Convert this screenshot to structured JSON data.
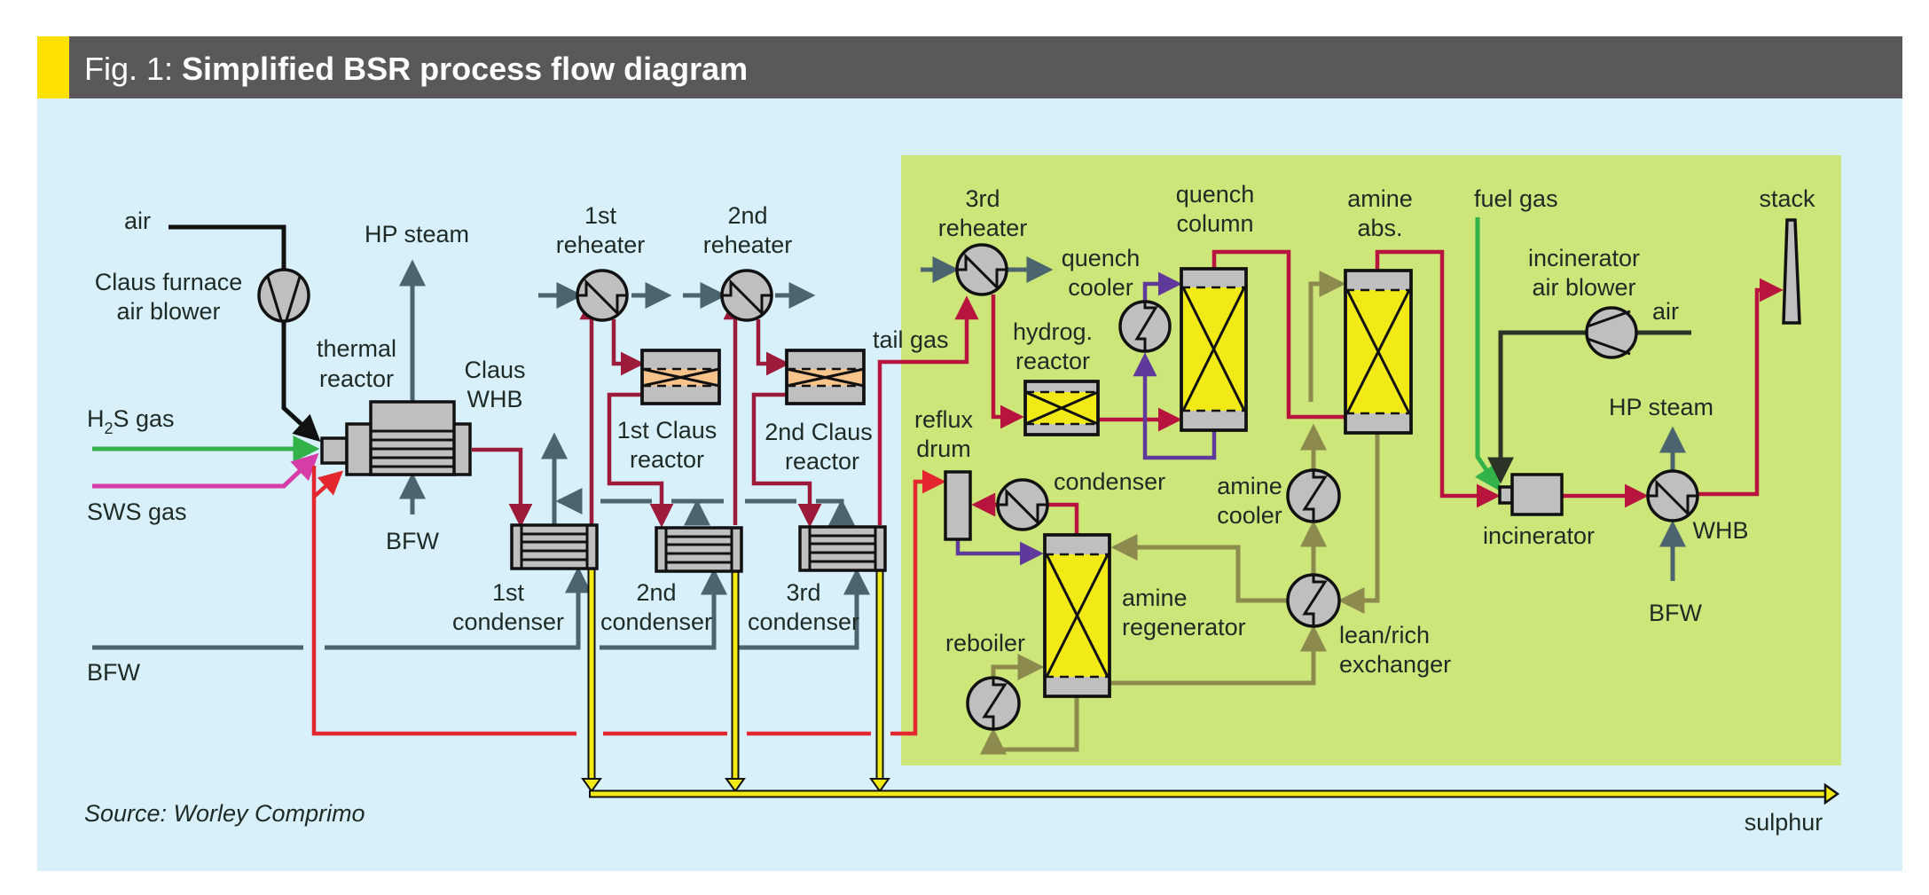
{
  "header": {
    "fig_prefix": "Fig. 1: ",
    "title": "Simplified BSR process flow diagram"
  },
  "source": "Source: Worley Comprimo",
  "colors": {
    "header_bg": "#5a5859",
    "header_accent": "#ffe100",
    "panel_bg": "#d7f0fa",
    "bsr_section_bg": "#cde67a",
    "equipment_fill": "#c0bfbf",
    "packing_yellow": "#f2ea16",
    "claus_catalyst": "#f8c48c",
    "steam_water": "#4a6470",
    "process_gas": "#9e1a3a",
    "recycle_gas": "#e4262f",
    "h2s_gas": "#33b24a",
    "sws_gas": "#d63da8",
    "quench_water": "#5f3a9a",
    "amine": "#8c8a4c",
    "sulphur": "#f2ea16"
  },
  "labels": {
    "air_in": "air",
    "claus_blower_1": "Claus furnace",
    "claus_blower_2": "air blower",
    "hp_steam_1": "HP steam",
    "thermal_reactor_1": "thermal",
    "thermal_reactor_2": "reactor",
    "claus_whb_1": "Claus",
    "claus_whb_2": "WHB",
    "h2s_gas_main": "H",
    "h2s_gas_sub": "2",
    "h2s_gas_rest": "S gas",
    "sws_gas": "SWS gas",
    "bfw_1": "BFW",
    "bfw_main": "BFW",
    "reheater1_1": "1st",
    "reheater1_2": "reheater",
    "reheater2_1": "2nd",
    "reheater2_2": "reheater",
    "claus_reactor1_1": "1st Claus",
    "claus_reactor1_2": "reactor",
    "claus_reactor2_1": "2nd Claus",
    "claus_reactor2_2": "reactor",
    "condenser1_1": "1st",
    "condenser1_2": "condenser",
    "condenser2_1": "2nd",
    "condenser2_2": "condenser",
    "condenser3_1": "3rd",
    "condenser3_2": "condenser",
    "tail_gas": "tail gas",
    "reheater3_1": "3rd",
    "reheater3_2": "reheater",
    "quench_cooler_1": "quench",
    "quench_cooler_2": "cooler",
    "quench_column_1": "quench",
    "quench_column_2": "column",
    "hydrog_reactor_1": "hydrog.",
    "hydrog_reactor_2": "reactor",
    "amine_abs_1": "amine",
    "amine_abs_2": "abs.",
    "reflux_drum_1": "reflux",
    "reflux_drum_2": "drum",
    "condenser_regen": "condenser",
    "amine_cooler_1": "amine",
    "amine_cooler_2": "cooler",
    "amine_regen_1": "amine",
    "amine_regen_2": "regenerator",
    "reboiler": "reboiler",
    "lean_rich_1": "lean/rich",
    "lean_rich_2": "exchanger",
    "fuel_gas": "fuel gas",
    "incin_blower_1": "incinerator",
    "incin_blower_2": "air blower",
    "air_incin": "air",
    "incinerator": "incinerator",
    "hp_steam_2": "HP steam",
    "whb": "WHB",
    "bfw_2": "BFW",
    "stack": "stack",
    "sulphur": "sulphur"
  }
}
